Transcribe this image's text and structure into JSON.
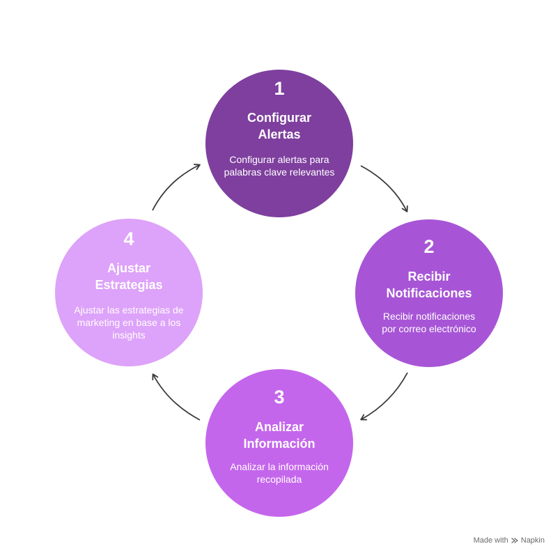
{
  "colors": {
    "step1": "#7e3f9e",
    "step2": "#a755d6",
    "step3": "#c466ec",
    "step4": "#dda2f9",
    "arrow": "#3a3a3a"
  },
  "steps": [
    {
      "number": "1",
      "title": "Configurar Alertas",
      "description": "Configurar alertas para palabras clave relevantes"
    },
    {
      "number": "2",
      "title": "Recibir Notificaciones",
      "description": "Recibir notificaciones por correo electrónico"
    },
    {
      "number": "3",
      "title": "Analizar Información",
      "description": "Analizar la información recopilada"
    },
    {
      "number": "4",
      "title": "Ajustar Estrategias",
      "description": "Ajustar las estrategias de marketing en base a los insights"
    }
  ],
  "footer": {
    "made_with": "Made with",
    "brand": "Napkin",
    "logo_icon": "napkin-logo-icon"
  }
}
